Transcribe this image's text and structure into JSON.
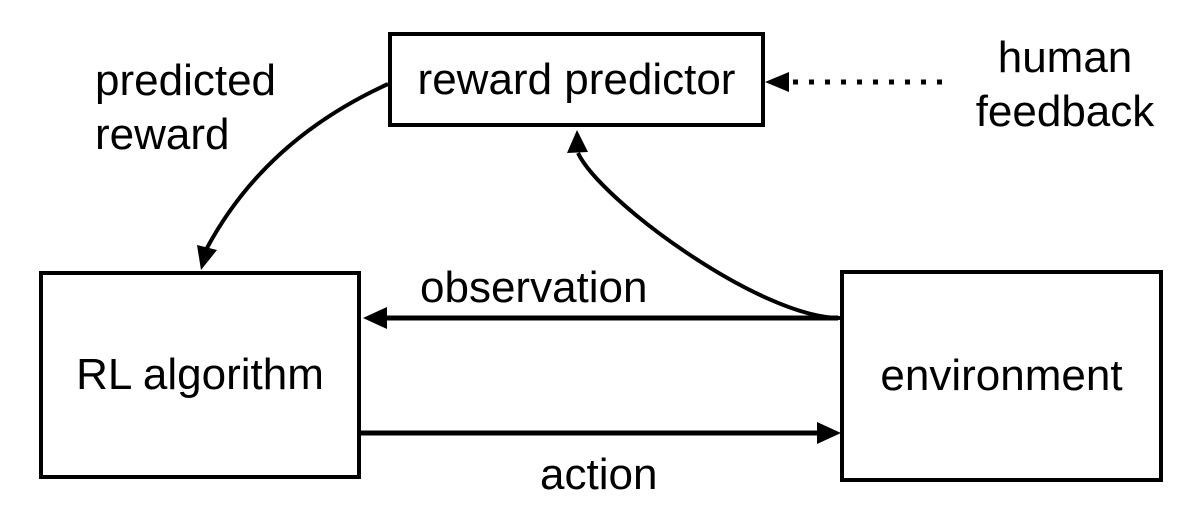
{
  "diagram": {
    "type": "flow-diagram",
    "background_color": "#ffffff",
    "stroke_color": "#000000",
    "text_color": "#000000",
    "nodes": {
      "reward_predictor": {
        "label": "reward predictor"
      },
      "rl_algorithm": {
        "label": "RL algorithm"
      },
      "environment": {
        "label": "environment"
      }
    },
    "edges": {
      "predicted_reward": {
        "label_lines": [
          "predicted",
          "reward"
        ],
        "from": "reward_predictor",
        "to": "rl_algorithm",
        "line_style": "solid-curved-arrow"
      },
      "human_feedback": {
        "label_lines": [
          "human",
          "feedback"
        ],
        "to": "reward_predictor",
        "line_style": "dotted-arrow"
      },
      "observation": {
        "label": "observation",
        "from": "environment",
        "to": "rl_algorithm",
        "line_style": "solid-arrow"
      },
      "action": {
        "label": "action",
        "from": "rl_algorithm",
        "to": "environment",
        "line_style": "solid-arrow"
      },
      "environment_to_reward_predictor": {
        "from": "environment",
        "to": "reward_predictor",
        "line_style": "solid-curved-arrow"
      }
    }
  }
}
